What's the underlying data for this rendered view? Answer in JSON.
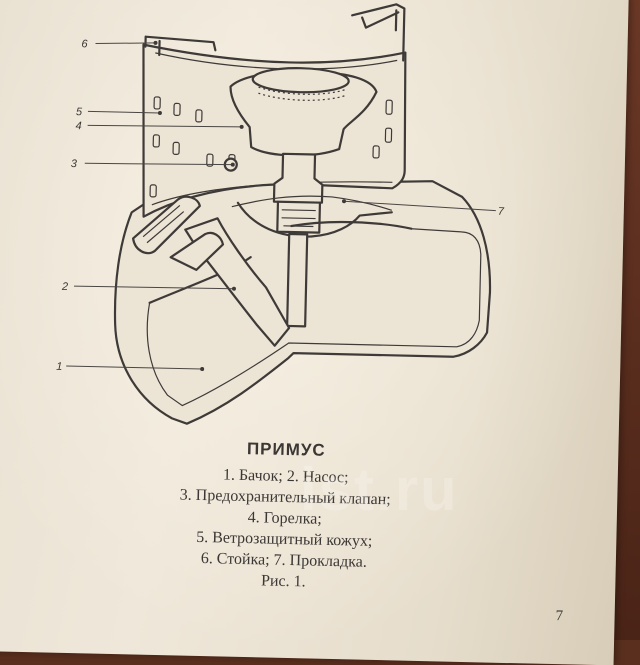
{
  "diagram": {
    "callouts": [
      "6",
      "5",
      "4",
      "3",
      "2",
      "1",
      "7"
    ]
  },
  "caption": {
    "title": "ПРИМУС",
    "lines": [
      "1. Бачок; 2. Насос;",
      "3. Предохранительный клапан;",
      "4. Горелка;",
      "5. Ветрозащитный кожух;",
      "6. Стойка; 7. Прокладка.",
      "Рис. 1."
    ]
  },
  "page_number": "7",
  "watermark": "ist.ru",
  "colors": {
    "paper": "#ebe3d4",
    "ink": "#3e3a38",
    "background": "#5a2f1e"
  }
}
